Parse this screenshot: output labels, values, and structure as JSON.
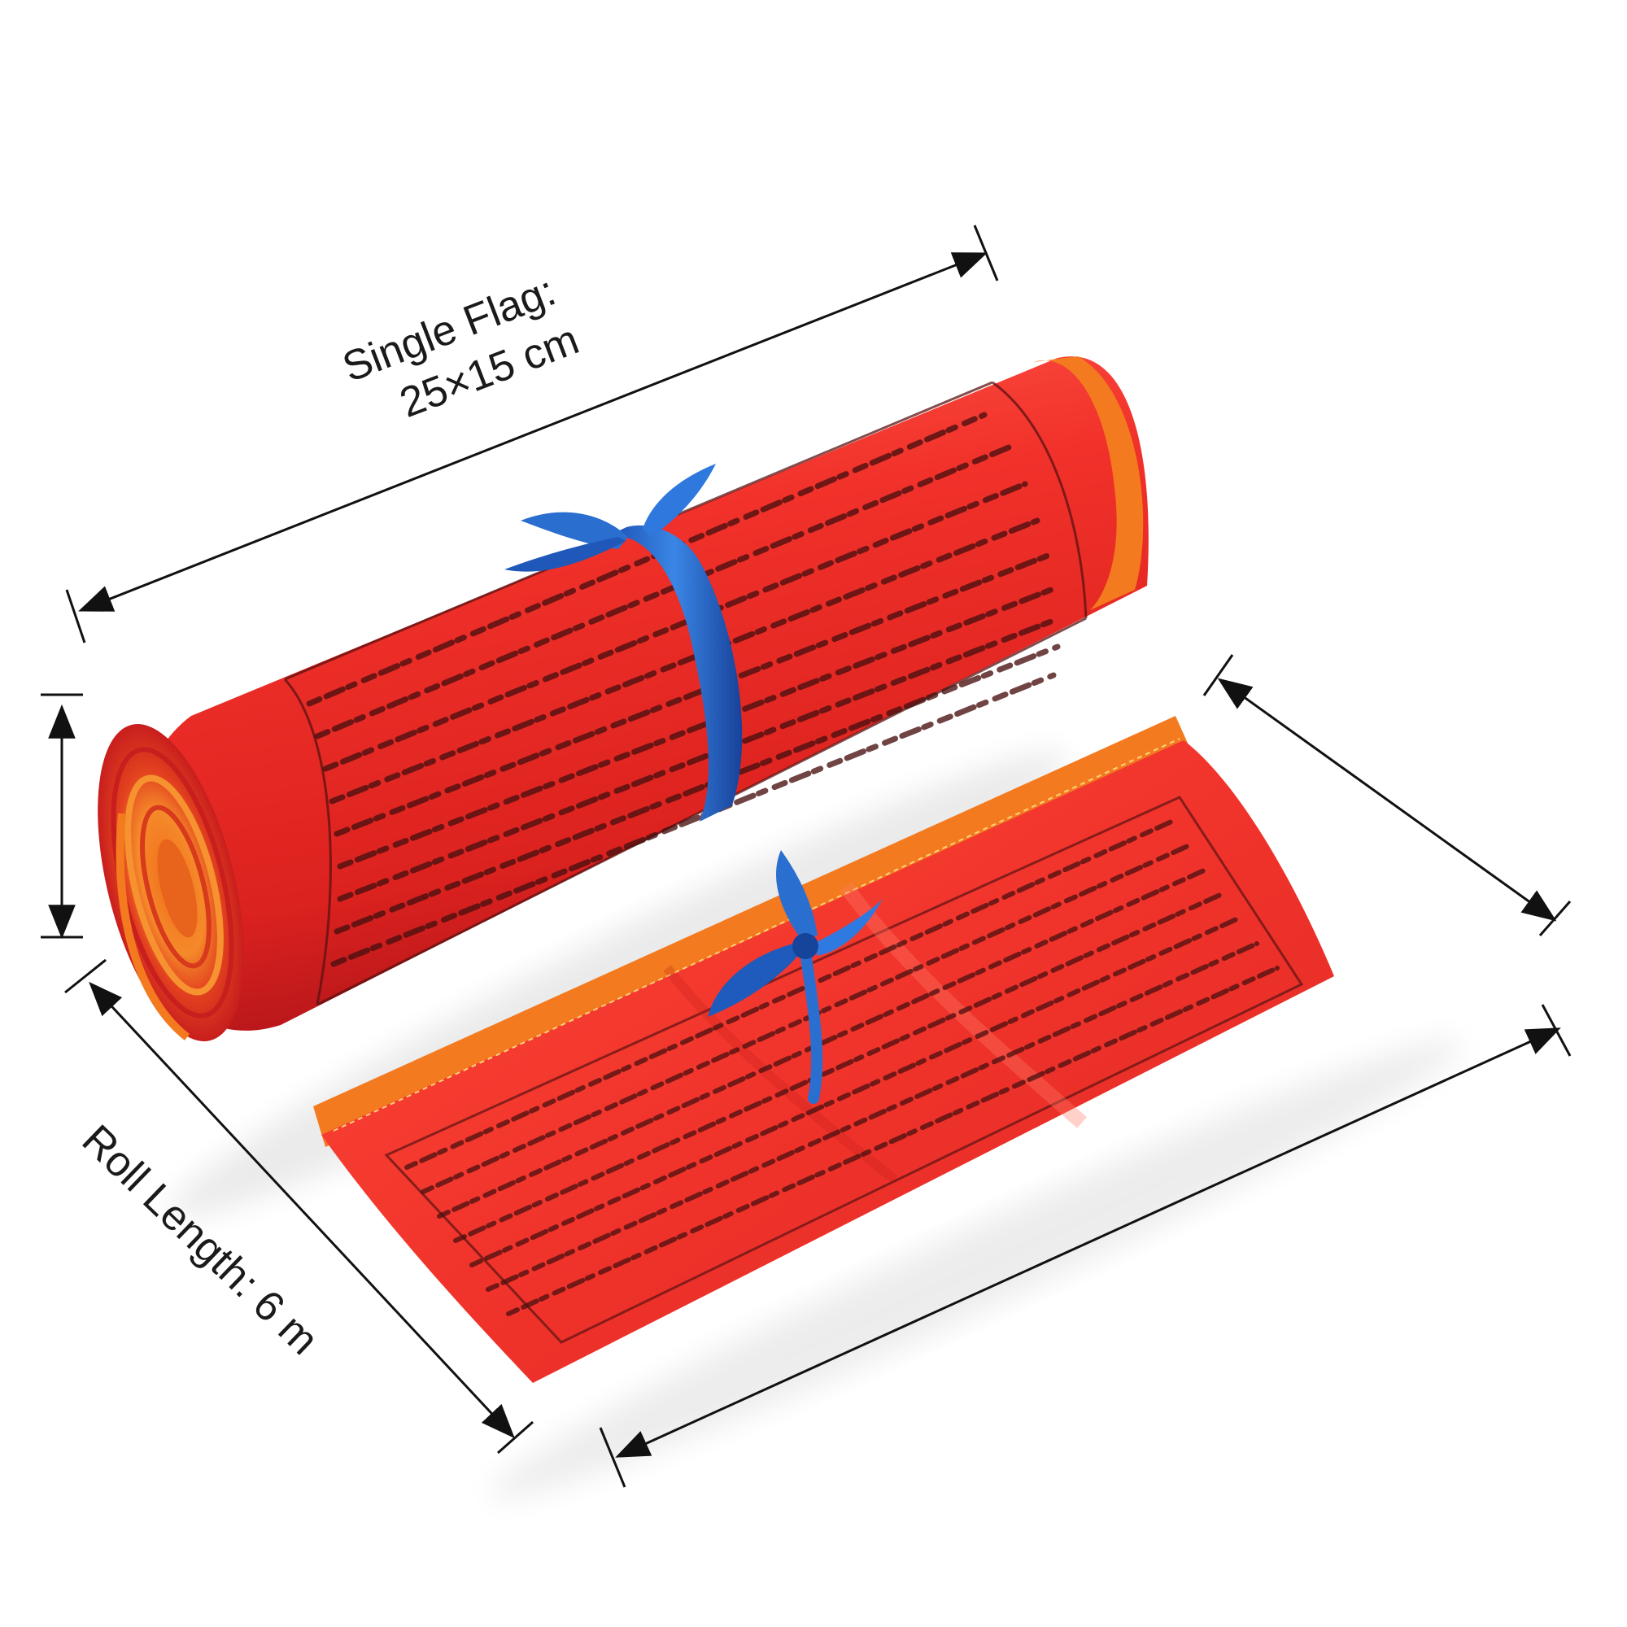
{
  "labels": {
    "single_flag_line1": "Single Flag:",
    "single_flag_line2": "25×15 cm",
    "roll_length": "Roll Length: 6 m"
  },
  "colors": {
    "flag_red": "#ef2f2a",
    "flag_dark_red": "#c4161c",
    "flag_orange": "#f47a1f",
    "ribbon_blue": "#2a6fd0",
    "ribbon_dark_blue": "#16449a",
    "ink": "#4a1010",
    "arrow": "#111111"
  }
}
